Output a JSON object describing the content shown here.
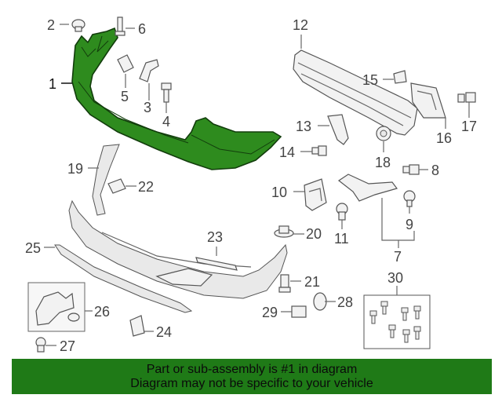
{
  "diagram": {
    "highlight_color": "#2e8b1e",
    "callouts": [
      {
        "id": "c1",
        "label": "1"
      },
      {
        "id": "c2",
        "label": "2"
      },
      {
        "id": "c3",
        "label": "3"
      },
      {
        "id": "c4",
        "label": "4"
      },
      {
        "id": "c5",
        "label": "5"
      },
      {
        "id": "c6",
        "label": "6"
      },
      {
        "id": "c7",
        "label": "7"
      },
      {
        "id": "c8",
        "label": "8"
      },
      {
        "id": "c9",
        "label": "9"
      },
      {
        "id": "c10",
        "label": "10"
      },
      {
        "id": "c11",
        "label": "11"
      },
      {
        "id": "c12",
        "label": "12"
      },
      {
        "id": "c13",
        "label": "13"
      },
      {
        "id": "c14",
        "label": "14"
      },
      {
        "id": "c15",
        "label": "15"
      },
      {
        "id": "c16",
        "label": "16"
      },
      {
        "id": "c17",
        "label": "17"
      },
      {
        "id": "c18",
        "label": "18"
      },
      {
        "id": "c19",
        "label": "19"
      },
      {
        "id": "c20",
        "label": "20"
      },
      {
        "id": "c21",
        "label": "21"
      },
      {
        "id": "c22",
        "label": "22"
      },
      {
        "id": "c23",
        "label": "23"
      },
      {
        "id": "c24",
        "label": "24"
      },
      {
        "id": "c25",
        "label": "25"
      },
      {
        "id": "c26",
        "label": "26"
      },
      {
        "id": "c27",
        "label": "27"
      },
      {
        "id": "c28",
        "label": "28"
      },
      {
        "id": "c29",
        "label": "29"
      },
      {
        "id": "c30",
        "label": "30"
      }
    ]
  },
  "banner": {
    "line1": "Part or sub-assembly is #1 in diagram",
    "line2": "Diagram may not be specific to your vehicle",
    "color": "#1f7a17"
  }
}
